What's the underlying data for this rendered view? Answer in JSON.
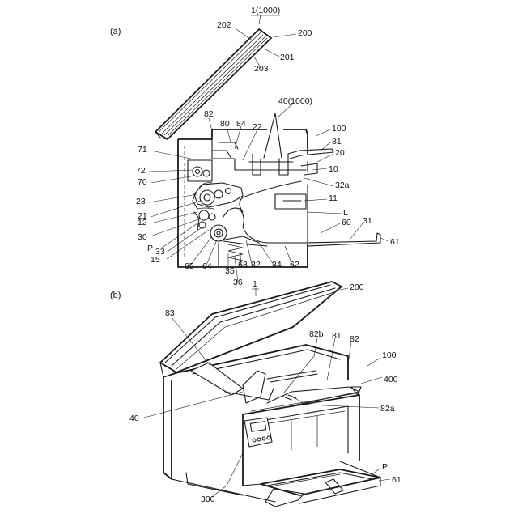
{
  "panels": [
    {
      "id": "a",
      "text": "(a)"
    },
    {
      "id": "b",
      "text": "(b)"
    }
  ],
  "labels": {
    "a": [
      "1(1000)",
      "200",
      "202",
      "201",
      "203",
      "40(1000)",
      "100",
      "82",
      "80",
      "84",
      "22",
      "81",
      "71",
      "20",
      "72",
      "10",
      "70",
      "32a",
      "23",
      "11",
      "21",
      "L",
      "12",
      "30",
      "60",
      "P",
      "31",
      "33",
      "61",
      "15",
      "65",
      "64",
      "35",
      "63",
      "32",
      "34",
      "62",
      "36"
    ],
    "b": [
      "1",
      "200",
      "83",
      "82b",
      "81",
      "82",
      "100",
      "400",
      "40",
      "82a",
      "P",
      "300",
      "61"
    ]
  }
}
